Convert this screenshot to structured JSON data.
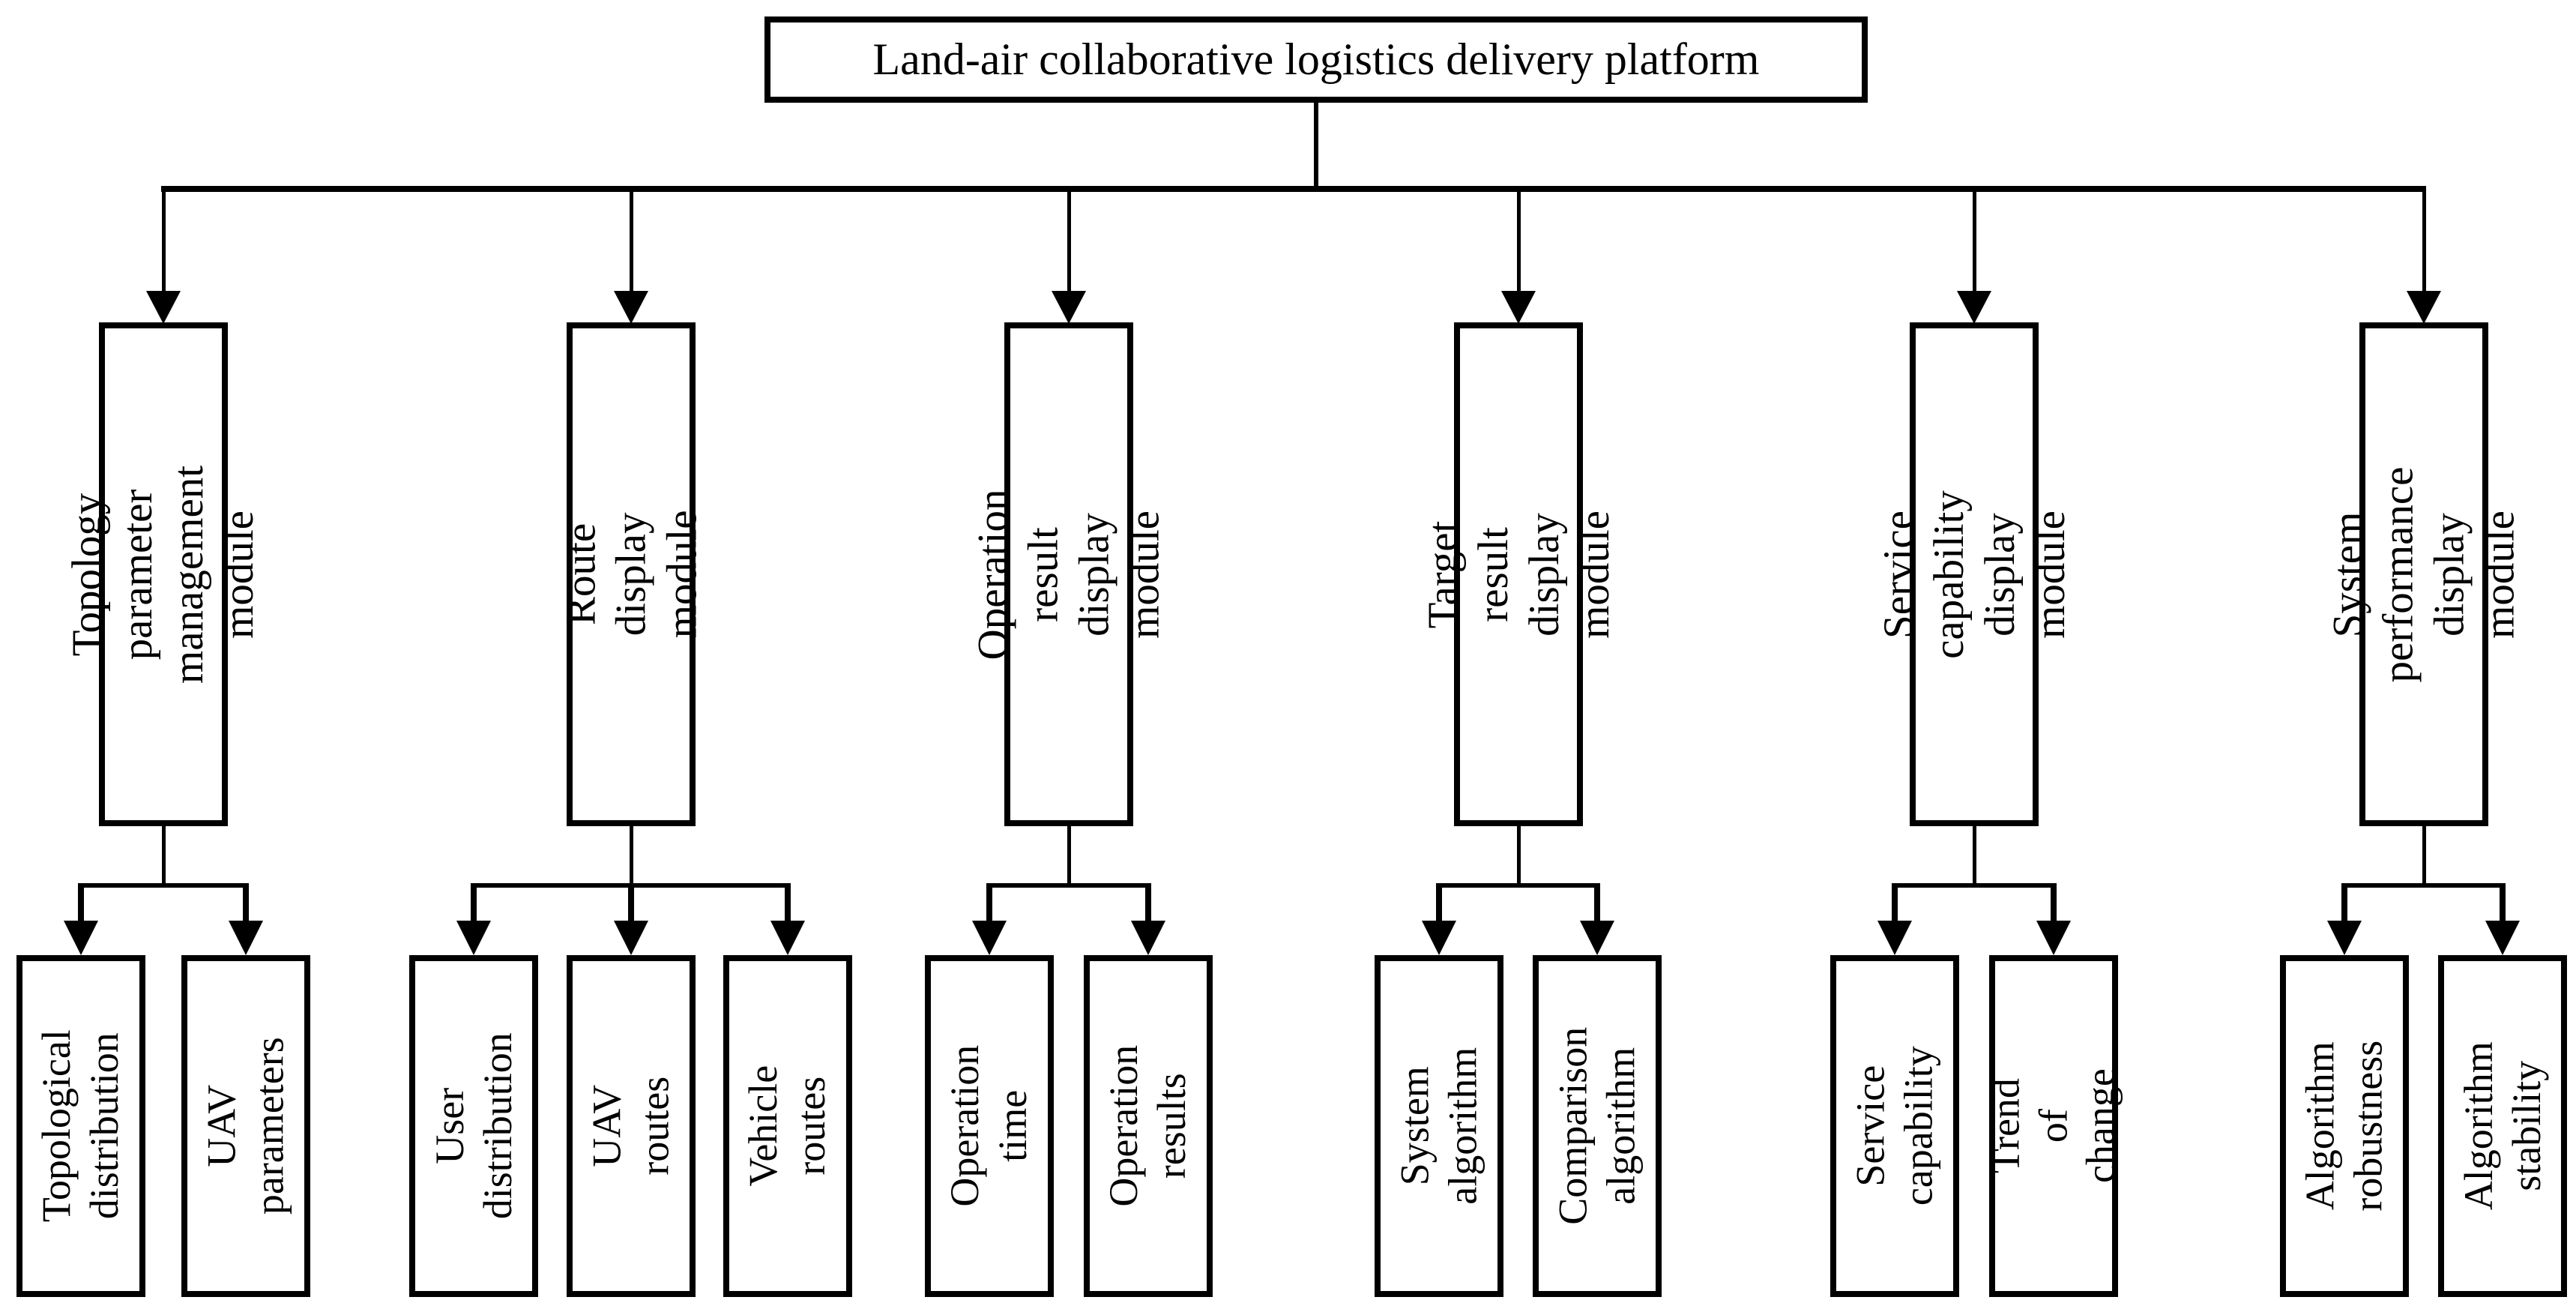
{
  "diagram": {
    "title": "Land-air collaborative logistics delivery platform",
    "colors": {
      "line": "#000000",
      "background": "#ffffff"
    },
    "modules": [
      {
        "label": "Topology parameter\nmanagement module",
        "children": [
          {
            "label": "Topological\ndistribution"
          },
          {
            "label": "UAV\nparameters"
          }
        ]
      },
      {
        "label": "Route display\nmodule",
        "children": [
          {
            "label": "User\ndistribution"
          },
          {
            "label": "UAV routes"
          },
          {
            "label": "Vehicle\nroutes"
          }
        ]
      },
      {
        "label": "Operation result\ndisplay module",
        "children": [
          {
            "label": "Operation\ntime"
          },
          {
            "label": "Operation\nresults"
          }
        ]
      },
      {
        "label": "Target result display\nmodule",
        "children": [
          {
            "label": "System\nalgorithm"
          },
          {
            "label": "Comparison\nalgorithm"
          }
        ]
      },
      {
        "label": "Service capability\ndisplay module",
        "children": [
          {
            "label": "Service\ncapability"
          },
          {
            "label": "Trend of\nchange"
          }
        ]
      },
      {
        "label": "System performance\ndisplay module",
        "children": [
          {
            "label": "Algorithm\nrobustness"
          },
          {
            "label": "Algorithm\nstability"
          }
        ]
      }
    ]
  }
}
